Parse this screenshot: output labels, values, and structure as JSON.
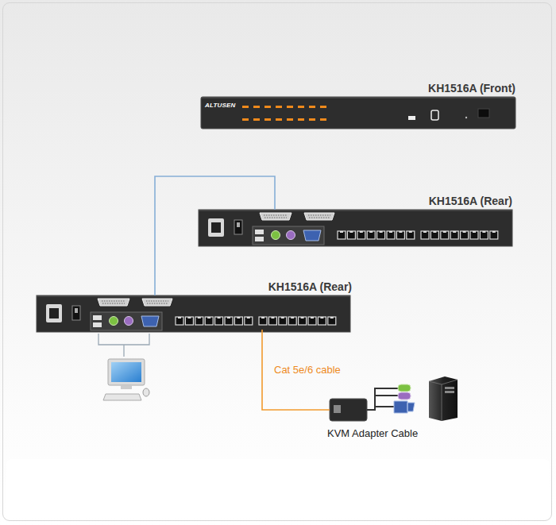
{
  "diagram": {
    "nodes": [
      {
        "text": [
          "KH1516A (Front)",
          "ALTUSEN"
        ]
      },
      {
        "text": [
          "KH1516A (Rear)"
        ]
      },
      {
        "text": [
          "KH1516A (Rear)"
        ]
      },
      {
        "text": [
          "KVM Adapter Cable"
        ]
      }
    ],
    "edges": [
      {
        "from": 2,
        "to": 1,
        "arrow": "none"
      },
      {
        "from": 2,
        "to": 3,
        "label": "Cat 5e/6 cable",
        "arrow": "none"
      }
    ]
  }
}
